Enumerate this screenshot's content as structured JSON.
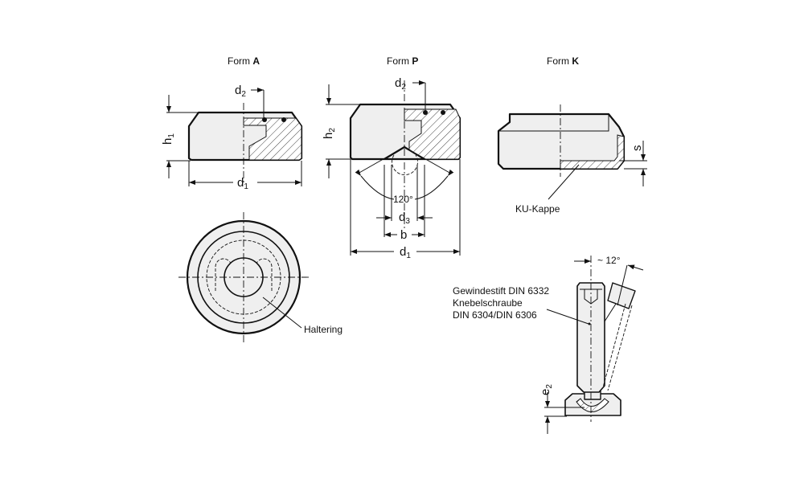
{
  "form_a": {
    "title_prefix": "Form",
    "title_letter": "A",
    "d2": "d",
    "d2_sub": "2",
    "h1": "h",
    "h1_sub": "1",
    "d1": "d",
    "d1_sub": "1"
  },
  "form_p": {
    "title_prefix": "Form",
    "title_letter": "P",
    "d2": "d",
    "d2_sub": "2",
    "h2": "h",
    "h2_sub": "2",
    "angle": "120°",
    "d3": "d",
    "d3_sub": "3",
    "b": "b",
    "d1": "d",
    "d1_sub": "1"
  },
  "form_k": {
    "title_prefix": "Form",
    "title_letter": "K",
    "s": "s",
    "cap_label": "KU-Kappe"
  },
  "top_view": {
    "ring_label": "Haltering"
  },
  "screw": {
    "label_line1": "Gewindestift DIN 6332",
    "label_line2": "Knebelschraube",
    "label_line3": "DIN 6304/DIN 6306",
    "angle": "~ 12°",
    "e2": "e",
    "e2_sub": "2"
  }
}
